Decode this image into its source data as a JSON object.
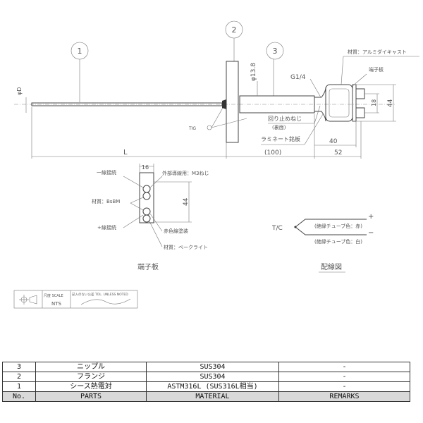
{
  "balloons": [
    "1",
    "2",
    "3"
  ],
  "main_view": {
    "phi_d": "φD",
    "length": "L",
    "tig": "TIG",
    "phi_nipple": "φ13.8",
    "thread": "G1/4",
    "head_material": "材質：アルミダイキャスト",
    "terminal_board": "端子板",
    "anti_rotation_screw": "回り止めねじ",
    "back_side": "(裏面)",
    "nameplate": "ラミネート銘板",
    "dim_18": "18",
    "dim_44": "44",
    "dim_40": "40",
    "dim_52": "52",
    "dim_100": "(100)"
  },
  "terminal_view": {
    "dim_16": "16",
    "dim_44": "44",
    "minus_connection": "一線接続",
    "external_wire": "外部導線用：M3ねじ",
    "terminal_material": "材質：BsBM",
    "plus_connection": "+線接続",
    "red_paint": "赤色線塗装",
    "board_material": "材質：ベークライト",
    "title": "端子板"
  },
  "wiring": {
    "tc": "T/C",
    "plus": "+",
    "plus_note": "(絶縁チューブ色：赤)",
    "minus": "−",
    "minus_note": "(絶縁チューブ色：白)",
    "title": "配線図"
  },
  "title_block": {
    "scale_label": "尺度 SCALE",
    "scale_value": "NTS",
    "tolerance_label": "記入のない公差 TOL. UNLESS NOTED"
  },
  "parts_table": {
    "rows": [
      {
        "no": "3",
        "part": "ニップル",
        "material": "SUS304",
        "remarks": "-"
      },
      {
        "no": "2",
        "part": "フランジ",
        "material": "SUS304",
        "remarks": "-"
      },
      {
        "no": "1",
        "part": "シース熱電対",
        "material": "ASTM316L (SUS316L相当)",
        "remarks": "-"
      }
    ],
    "header": {
      "no": "No.",
      "part": "PARTS",
      "material": "MATERIAL",
      "remarks": "REMARKS"
    }
  }
}
